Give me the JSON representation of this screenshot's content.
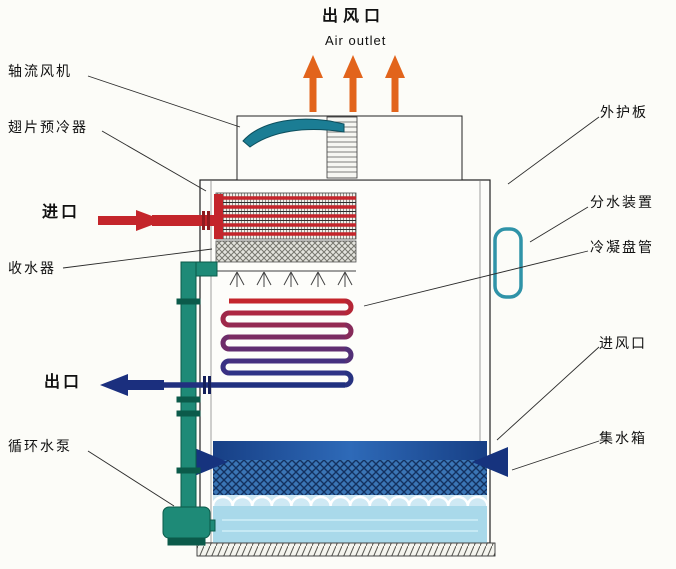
{
  "labels": {
    "air_outlet_cn": "出风口",
    "air_outlet_en": "Air outlet",
    "axial_fan": "轴流风机",
    "fin_precooler": "翅片预冷器",
    "inlet": "进口",
    "water_collector": "收水器",
    "outlet": "出口",
    "circulating_pump": "循环水泵",
    "outer_panel": "外护板",
    "water_distributor": "分水装置",
    "condensing_coil": "冷凝盘管",
    "air_inlet": "进风口",
    "water_tank": "集水箱"
  },
  "colors": {
    "air_outlet_arrow": "#e2641c",
    "inlet_red": "#c4252b",
    "outlet_navy": "#1b2f7e",
    "pipe_green": "#1e8a77",
    "fan_blade_teal": "#1b7d94",
    "louver_blue": "#3a75b5",
    "water_blue": "#a9d9ea",
    "air_inlet_arrow_navy": "#16337e",
    "handle_teal": "#2f93a8"
  }
}
